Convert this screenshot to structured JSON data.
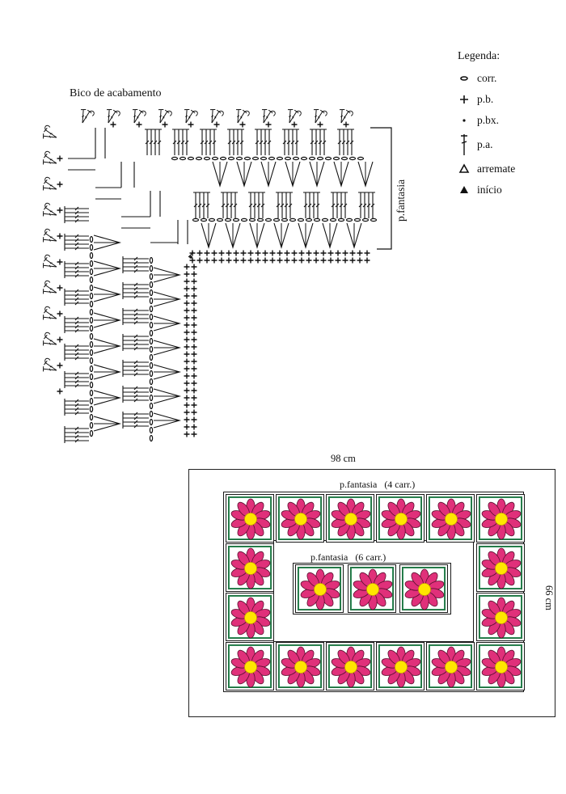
{
  "chart_title": "Bico de acabamento",
  "side_label": "p.fantasia",
  "legend": {
    "title": "Legenda:",
    "items": [
      {
        "symbol": "chain-icon",
        "label": "corr."
      },
      {
        "symbol": "single-crochet-icon",
        "label": "p.b."
      },
      {
        "symbol": "slip-stitch-icon",
        "label": "p.bx."
      },
      {
        "symbol": "double-crochet-icon",
        "label": "p.a."
      },
      {
        "symbol": "fasten-off-icon",
        "label": "arremate"
      },
      {
        "symbol": "start-icon",
        "label": "início"
      }
    ]
  },
  "blanket": {
    "width_label": "98 cm",
    "height_label": "66 cm",
    "outer_label": "p.fantasia",
    "outer_count": "(4 carr.)",
    "inner_label": "p.fantasia",
    "inner_count": "(6 carr.)",
    "outer_squares": 16,
    "inner_squares": 3
  },
  "colors": {
    "petal": "#e0307a",
    "petal_outline": "#5a0f2e",
    "center": "#ffe600",
    "frame_green": "#2e8b57",
    "line": "#1a1a1a"
  }
}
